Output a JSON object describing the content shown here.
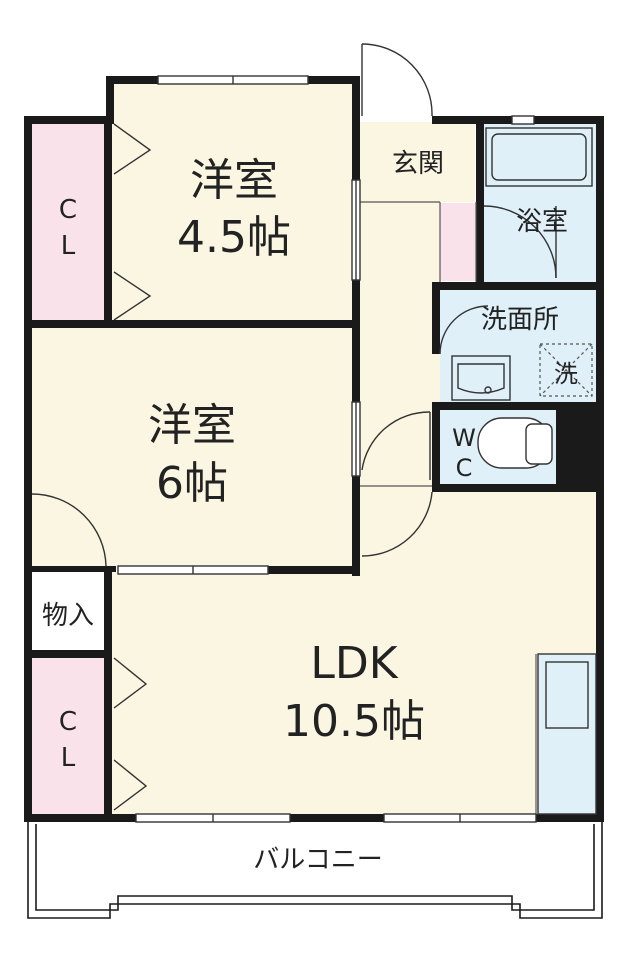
{
  "rooms": {
    "western_small_name": "洋室",
    "western_small_size": "4.5帖",
    "western_large_name": "洋室",
    "western_large_size": "6帖",
    "ldk_name": "LDK",
    "ldk_size": "10.5帖",
    "entrance": "玄関",
    "bath": "浴室",
    "washroom": "洗面所",
    "washer": "洗",
    "wc_line1": "W",
    "wc_line2": "C",
    "storage": "物入",
    "closet_top_line1": "C",
    "closet_top_line2": "L",
    "closet_bottom_line1": "C",
    "closet_bottom_line2": "L",
    "balcony": "バルコニー"
  },
  "colors": {
    "room_fill": "#fbf6e2",
    "closet_fill": "#f9e2ea",
    "wet_fill": "#dff0f9",
    "wall": "#1a1a1a"
  }
}
